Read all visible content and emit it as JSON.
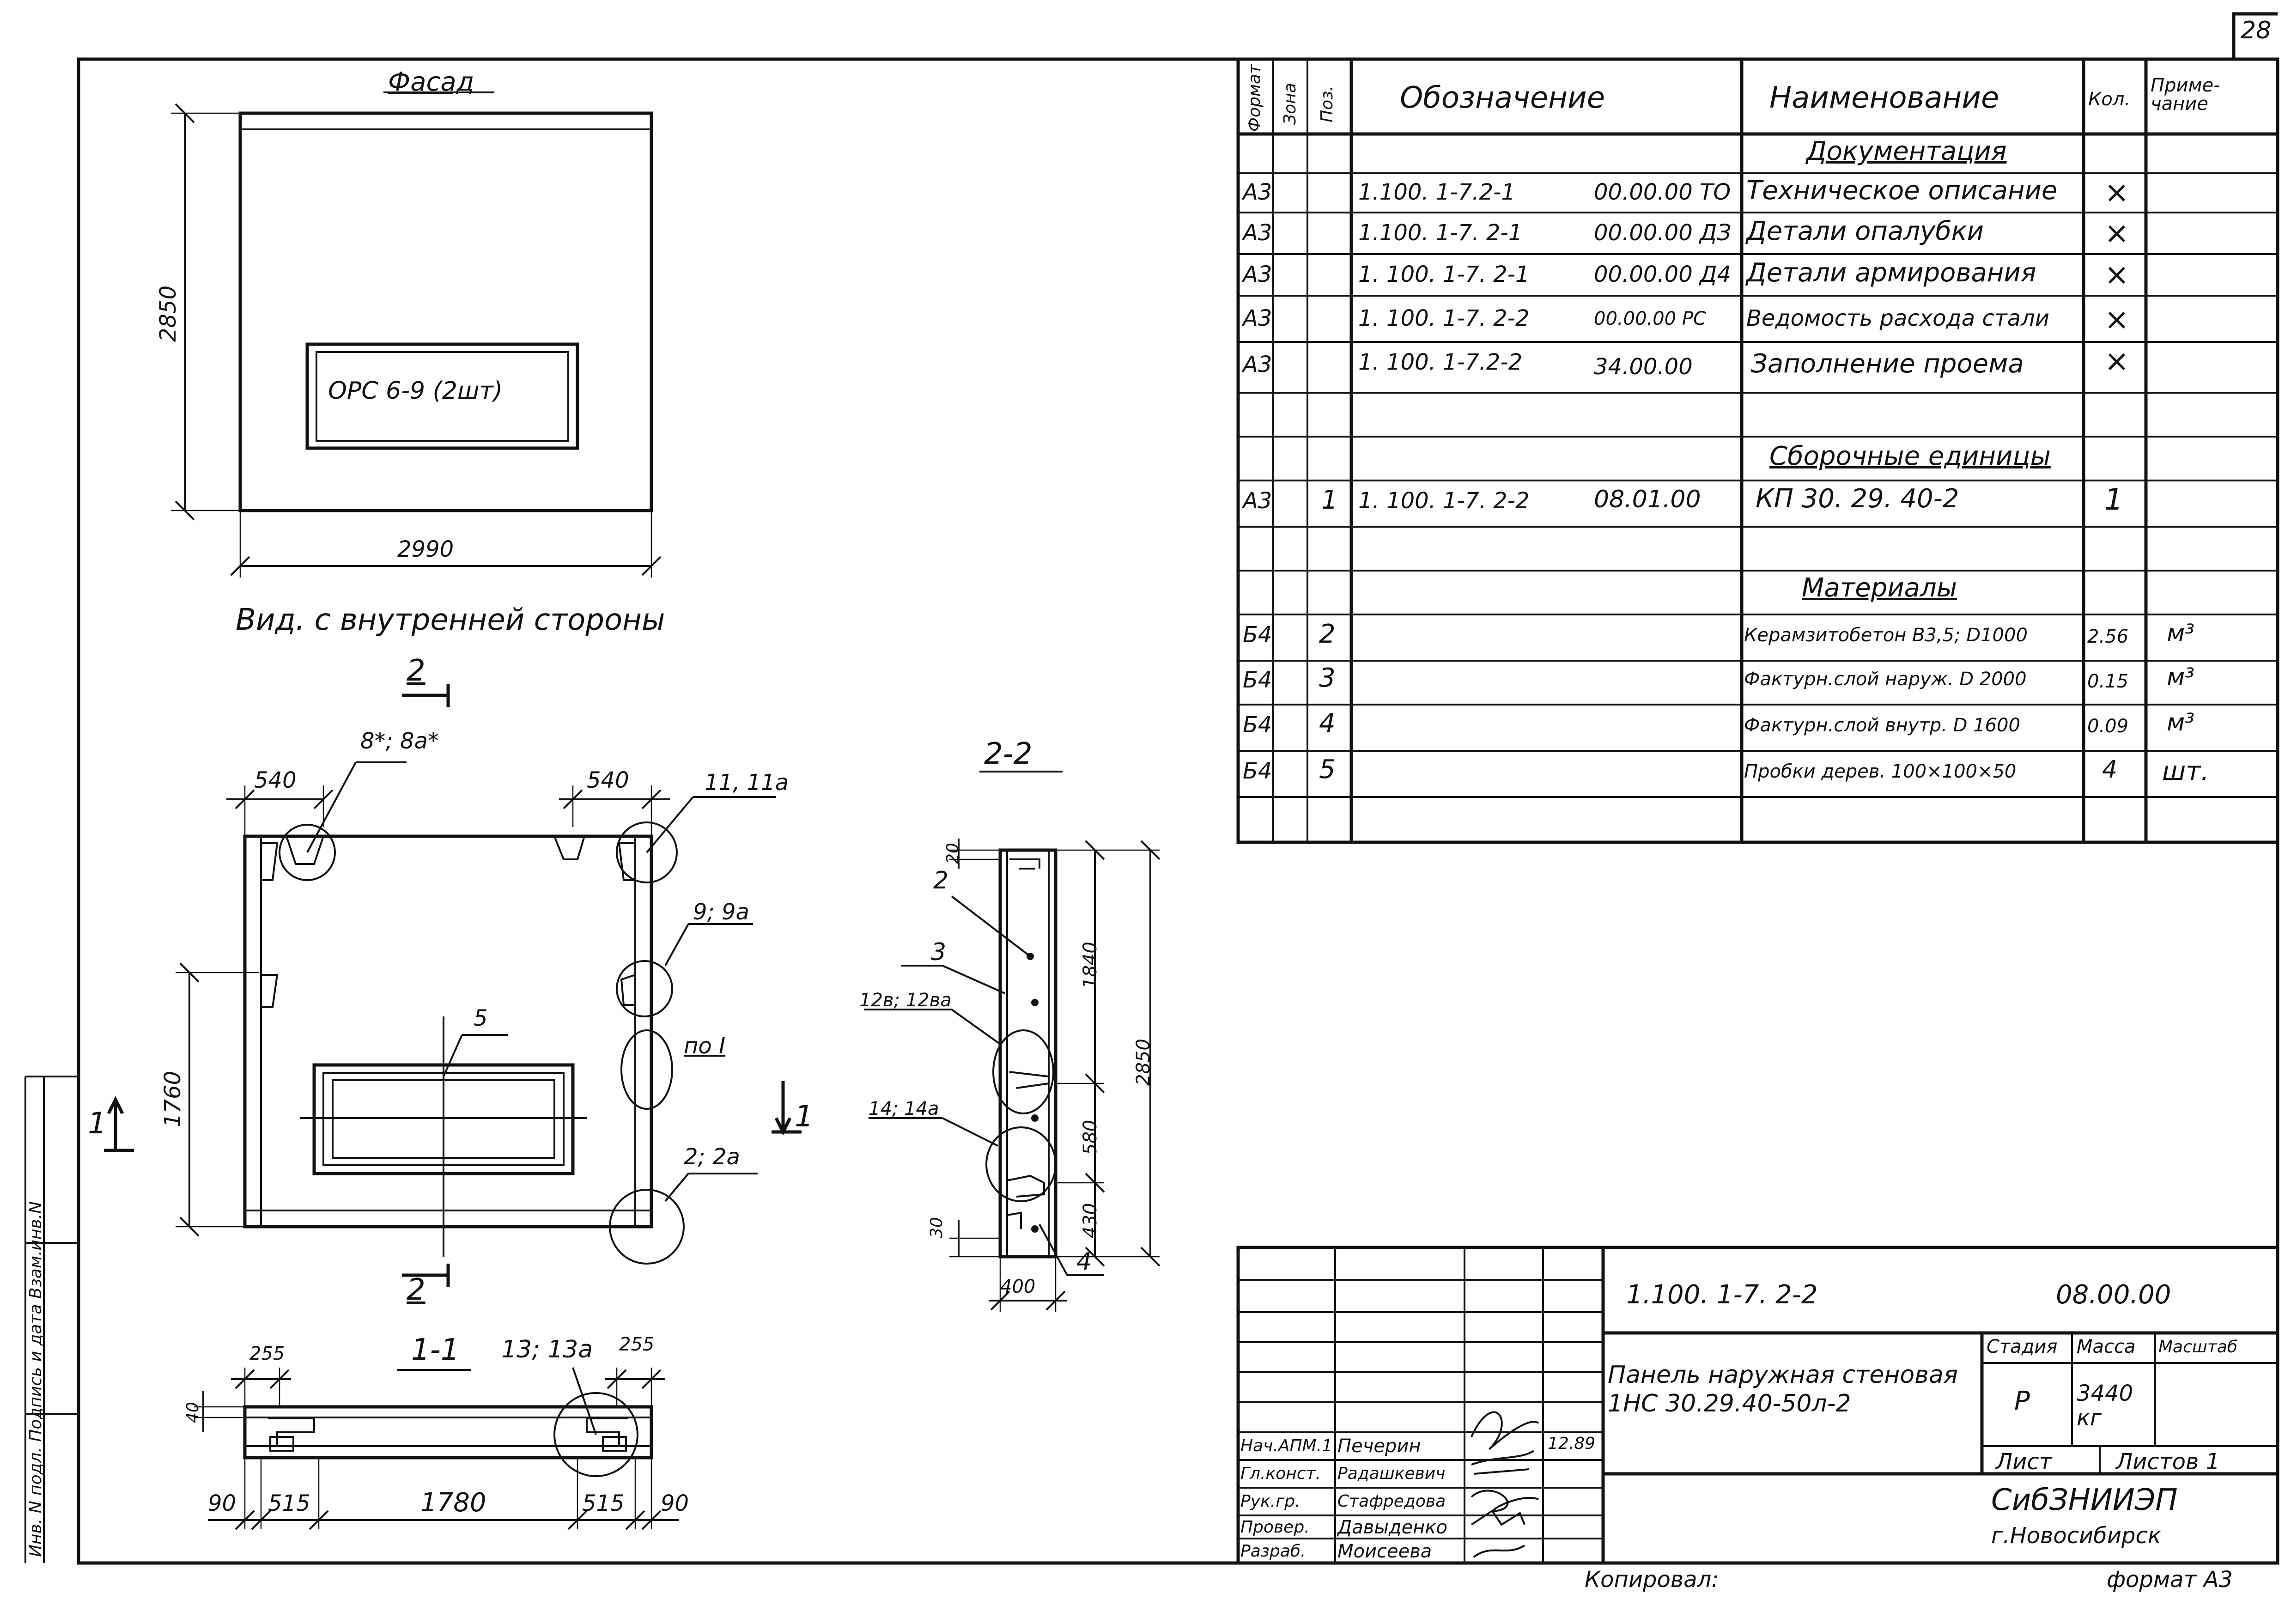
{
  "sheet": {
    "number": "28",
    "copied_by": "Копировал:",
    "format_note": "формат А3",
    "side_stamp": "Инв. N подл.   Подпись и дата   Взам.инв.N"
  },
  "spec_table": {
    "headers": {
      "format": "Формат",
      "zone": "Зона",
      "pos": "Поз.",
      "designation": "Обозначение",
      "name": "Наименование",
      "qty": "Кол.",
      "note": "Приме-чание"
    },
    "sections": {
      "documents": "Документация",
      "assemblies": "Сборочные единицы",
      "materials": "Материалы"
    },
    "rows": [
      {
        "format": "А3",
        "pos": "",
        "des1": "1.100. 1-7.2-1",
        "des2": "00.00.00 ТО",
        "name": "Техническое описание",
        "qty": "×",
        "note": ""
      },
      {
        "format": "А3",
        "pos": "",
        "des1": "1.100. 1-7. 2-1",
        "des2": "00.00.00 ДЗ",
        "name": "Детали опалубки",
        "qty": "×",
        "note": ""
      },
      {
        "format": "А3",
        "pos": "",
        "des1": "1. 100. 1-7. 2-1",
        "des2": "00.00.00 Д4",
        "name": "Детали армирования",
        "qty": "×",
        "note": ""
      },
      {
        "format": "А3",
        "pos": "",
        "des1": "1. 100. 1-7. 2-2",
        "des2": "00.00.00 РС",
        "name": "Ведомость расхода стали",
        "qty": "×",
        "note": ""
      },
      {
        "format": "А3",
        "pos": "",
        "des1": "1. 100. 1-7.2-2",
        "des2": "34.00.00",
        "name": "Заполнение проема",
        "qty": "×",
        "note": ""
      },
      {
        "format": "А3",
        "pos": "1",
        "des1": "1. 100. 1-7. 2-2",
        "des2": "08.01.00",
        "name": "КП 30. 29. 40-2",
        "qty": "1",
        "note": ""
      },
      {
        "format": "Б4",
        "pos": "2",
        "des1": "",
        "des2": "",
        "name": "Керамзитобетон В3,5; D1000",
        "qty": "2.56",
        "note": "м³"
      },
      {
        "format": "Б4",
        "pos": "3",
        "des1": "",
        "des2": "",
        "name": "Фактурн.слой наруж. D 2000",
        "qty": "0.15",
        "note": "м³"
      },
      {
        "format": "Б4",
        "pos": "4",
        "des1": "",
        "des2": "",
        "name": "Фактурн.слой внутр. D 1600",
        "qty": "0.09",
        "note": "м³"
      },
      {
        "format": "Б4",
        "pos": "5",
        "des1": "",
        "des2": "",
        "name": "Пробки дерев. 100×100×50",
        "qty": "4",
        "note": "шт."
      }
    ]
  },
  "views": {
    "facade": {
      "title": "Фасад",
      "window_label": "ОРС 6-9 (2шт)",
      "dim_h": "2850",
      "dim_w": "2990"
    },
    "inner": {
      "title": "Вид. с внутренней стороны",
      "dims": [
        "540",
        "540",
        "1760"
      ],
      "callouts": [
        "8*; 8а*",
        "11, 11а",
        "9; 9а",
        "по I",
        "2; 2а",
        "5"
      ],
      "cut2": "2",
      "cut1": "1"
    },
    "section22": {
      "title": "2-2",
      "dims": [
        "20",
        "1840",
        "2850",
        "580",
        "430",
        "30",
        "400"
      ],
      "callouts": [
        "2",
        "3",
        "12в; 12ва",
        "14; 14а",
        "4"
      ]
    },
    "section11": {
      "title": "1-1",
      "dims": [
        "255",
        "255",
        "40",
        "90",
        "515",
        "1780",
        "515",
        "90"
      ],
      "callouts": [
        "13; 13а"
      ]
    }
  },
  "title_block": {
    "code1": "1.100. 1-7. 2-2",
    "code2": "08.00.00",
    "name": "Панель наружная стеновая 1НС 30.29.40-50л-2",
    "stage_h": "Стадия",
    "mass_h": "Масса",
    "scale_h": "Масштаб",
    "stage": "Р",
    "mass": "3440 кг",
    "sheet_h": "Лист",
    "sheets_h": "Листов 1",
    "org": "СибЗНИИЭП",
    "city": "г.Новосибирск",
    "date": "12.89",
    "roles": [
      {
        "role": "Нач.АПМ.1",
        "name": "Печерин"
      },
      {
        "role": "Гл.конст.",
        "name": "Радашкевич"
      },
      {
        "role": "Рук.гр.",
        "name": "Стафредова"
      },
      {
        "role": "Провер.",
        "name": "Давыденко"
      },
      {
        "role": "Разраб.",
        "name": "Моисеева"
      }
    ]
  }
}
